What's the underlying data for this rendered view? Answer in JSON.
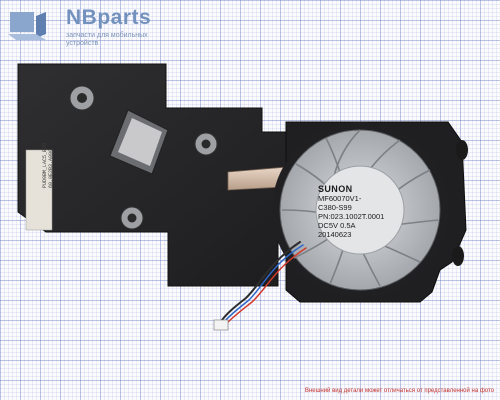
{
  "brand": {
    "name": "NBparts",
    "tagline": "запчасти для мобильных устройств",
    "accent_color": "#7391bd"
  },
  "fan_label": {
    "brand": "SUNON",
    "lines": [
      "MF60070V1-",
      "C380-S99",
      "PN:023.1002T.0001",
      "DC5V 0.5A",
      "20140623"
    ]
  },
  "heatsink_sticker": {
    "lines": [
      "PUD9BM_LAC5_B8D",
      "60.0E2B3.A000"
    ]
  },
  "footer": {
    "disclaimer": "Внешний вид детали может отличаться от представленной на фото"
  }
}
